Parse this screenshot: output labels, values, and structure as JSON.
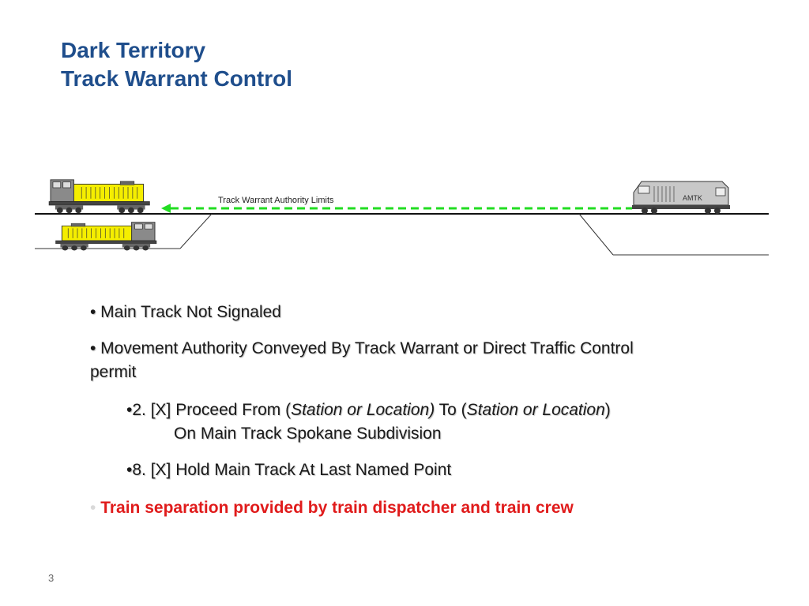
{
  "slide": {
    "title_line1": "Dark Territory",
    "title_line2": "Track Warrant Control",
    "page_number": "3"
  },
  "diagram": {
    "authority_label": "Track Warrant Authority Limits",
    "amtrak_label": "AMTK",
    "colors": {
      "freight_body": "#f5ee00",
      "freight_trim": "#555555",
      "passenger_body": "#c8c8c8",
      "authority_arrow": "#22dd22",
      "track": "#111111"
    },
    "icons": [
      "freight-locomotive-icon",
      "freight-locomotive-icon",
      "passenger-locomotive-icon",
      "dashed-arrow-icon"
    ]
  },
  "bullets": {
    "b1": "• Main Track Not Signaled",
    "b2_line1": "• Movement Authority Conveyed By Track Warrant or Direct Traffic Control",
    "b2_line2": "permit",
    "s1_prefix": "•2. [X] Proceed From (",
    "s1_italic1": "Station or Location)",
    "s1_mid": " To (",
    "s1_italic2": "Station or Location",
    "s1_suffix": ")",
    "s1_line2": "On Main Track Spokane Subdivision",
    "s2": "•8. [X] Hold Main Track At Last Named Point",
    "b3_dot": "•",
    "b3_text": "Train separation provided by train dispatcher and train crew"
  }
}
